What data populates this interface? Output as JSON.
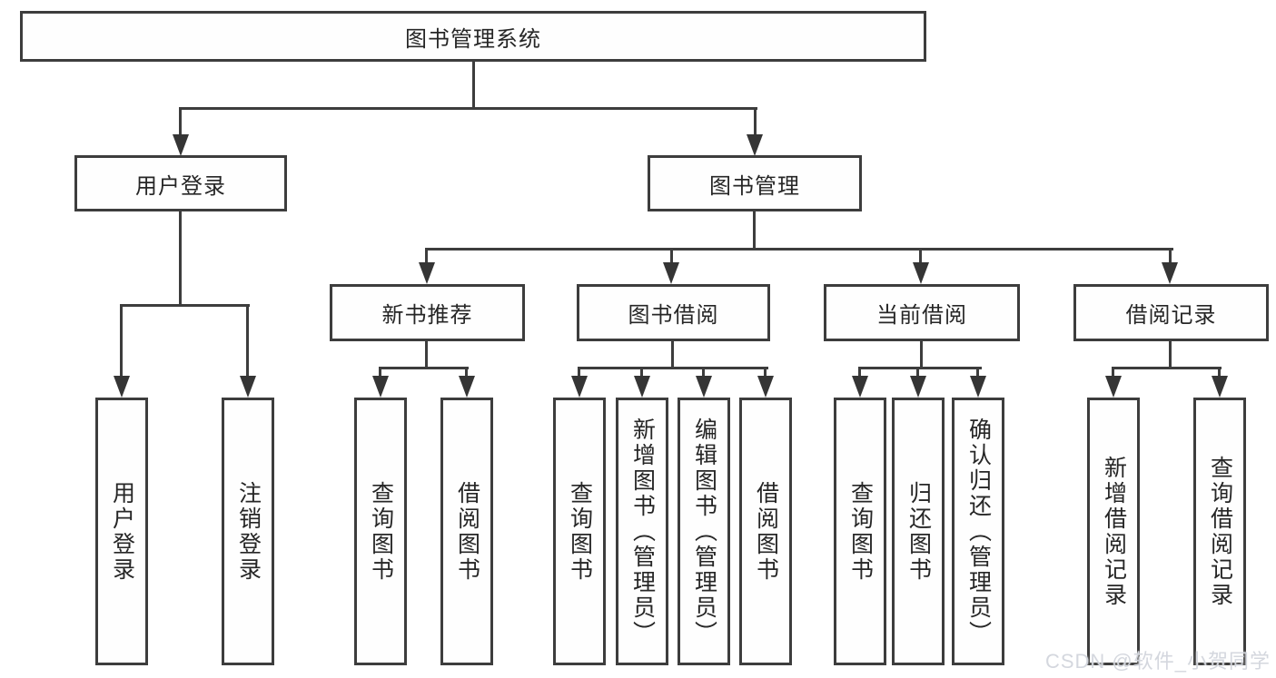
{
  "diagram_title": "图书管理系统",
  "tree": {
    "label": "图书管理系统",
    "children": [
      {
        "label": "用户登录",
        "children": [
          {
            "label": "用户登录"
          },
          {
            "label": "注销登录"
          }
        ]
      },
      {
        "label": "图书管理",
        "children": [
          {
            "label": "新书推荐",
            "children": [
              {
                "label": "查询图书"
              },
              {
                "label": "借阅图书"
              }
            ]
          },
          {
            "label": "图书借阅",
            "children": [
              {
                "label": "查询图书"
              },
              {
                "label": "新增图书（管理员）"
              },
              {
                "label": "编辑图书（管理员）"
              },
              {
                "label": "借阅图书"
              }
            ]
          },
          {
            "label": "当前借阅",
            "children": [
              {
                "label": "查询图书"
              },
              {
                "label": "归还图书"
              },
              {
                "label": "确认归还（管理员）"
              }
            ]
          },
          {
            "label": "借阅记录",
            "children": [
              {
                "label": "新增借阅记录"
              },
              {
                "label": "查询借阅记录"
              }
            ]
          }
        ]
      }
    ]
  },
  "watermark": "CSDN @软件_小贺同学",
  "colors": {
    "background": "#ffffff",
    "line": "#3d3d3d",
    "text": "#262626",
    "watermark": "#d2d5dc"
  }
}
